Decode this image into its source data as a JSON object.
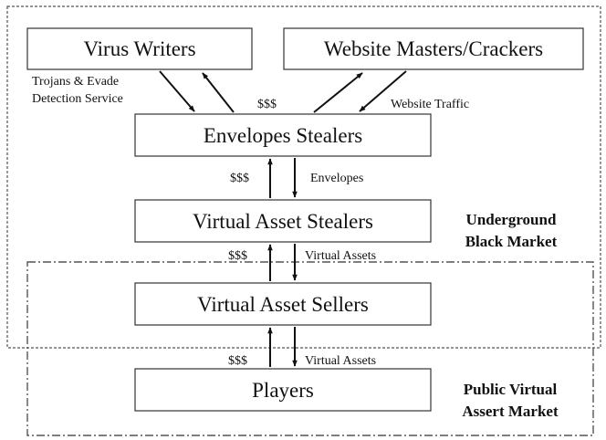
{
  "boxes": {
    "virus_writers": "Virus Writers",
    "website_masters": "Website Masters/Crackers",
    "envelopes_stealers": "Envelopes Stealers",
    "virtual_asset_stealers": "Virtual Asset Stealers",
    "virtual_asset_sellers": "Virtual Asset Sellers",
    "players": "Players"
  },
  "edges": {
    "trojans_line1": "Trojans & Evade",
    "trojans_line2": "Detection Service",
    "money_top": "$$$",
    "website_traffic": "Website Traffic",
    "money_envelopes": "$$$",
    "envelopes": "Envelopes",
    "money_stealers": "$$$",
    "virtual_assets_1": "Virtual Assets",
    "money_sellers": "$$$",
    "virtual_assets_2": "Virtual Assets"
  },
  "regions": {
    "underground_line1": "Underground",
    "underground_line2": "Black Market",
    "public_line1": "Public Virtual",
    "public_line2": "Assert Market"
  }
}
